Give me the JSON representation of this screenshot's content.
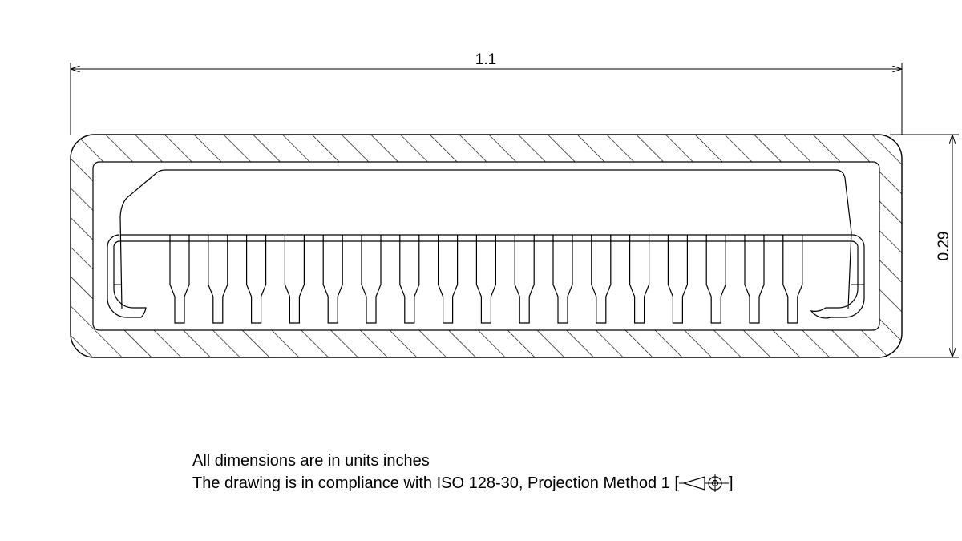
{
  "dimensions": {
    "width_label": "1.1",
    "height_label": "0.29"
  },
  "connector": {
    "pin_count": 17
  },
  "notes": {
    "units_note": "All dimensions are in units inches",
    "compliance_note": "The drawing is in compliance with ISO 128-30, Projection Method 1 [",
    "compliance_close": "]"
  }
}
